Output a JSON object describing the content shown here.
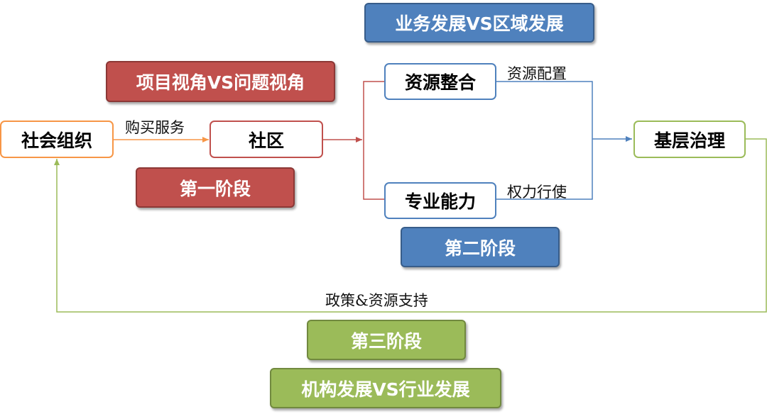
{
  "nodes": {
    "social_org": "社会组织",
    "community": "社区",
    "resource_integration": "资源整合",
    "professional_ability": "专业能力",
    "grassroots_governance": "基层治理"
  },
  "edge_labels": {
    "purchase_service": "购买服务",
    "resource_allocation": "资源配置",
    "power_exercise": "权力行使",
    "policy_support": "政策&资源支持"
  },
  "stages": {
    "stage1_title": "项目视角VS问题视角",
    "stage1": "第一阶段",
    "stage2_title": "业务发展VS区域发展",
    "stage2": "第二阶段",
    "stage3": "第三阶段",
    "stage3_title": "机构发展VS行业发展"
  },
  "colors": {
    "stage1": "#c0504d",
    "stage2": "#4f81bd",
    "stage3": "#9bbb59",
    "social_org_border": "#f79646"
  }
}
